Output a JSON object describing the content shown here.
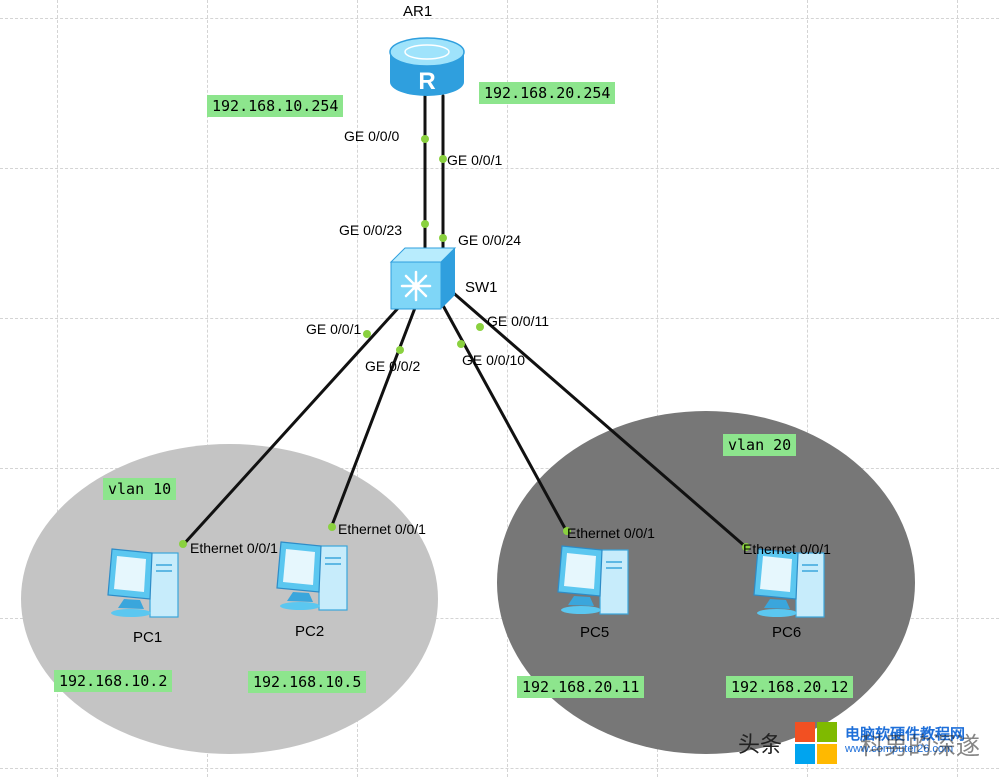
{
  "colors": {
    "grid": "#d4d4d4",
    "link": "#111111",
    "port_dot": "#8ad13f",
    "ip_bg": "#8de58d",
    "vlan10_zone": "#c4c4c4",
    "vlan20_zone": "#777777",
    "device_blue": "#5bc7f0"
  },
  "devices": {
    "router": {
      "name": "AR1",
      "icon": "router-icon"
    },
    "switch": {
      "name": "SW1",
      "icon": "switch-icon"
    },
    "pc1": {
      "name": "PC1",
      "icon": "pc-icon"
    },
    "pc2": {
      "name": "PC2",
      "icon": "pc-icon"
    },
    "pc5": {
      "name": "PC5",
      "icon": "pc-icon"
    },
    "pc6": {
      "name": "PC6",
      "icon": "pc-icon"
    }
  },
  "router_ips": {
    "left": "192.168.10.254",
    "right": "192.168.20.254"
  },
  "ports": {
    "ar1_ge000": "GE 0/0/0",
    "ar1_ge001": "GE 0/0/1",
    "sw1_ge0023": "GE 0/0/23",
    "sw1_ge0024": "GE 0/0/24",
    "sw1_ge001": "GE 0/0/1",
    "sw1_ge002": "GE 0/0/2",
    "sw1_ge0010": "GE 0/0/10",
    "sw1_ge0011": "GE 0/0/11",
    "pc1_eth": "Ethernet 0/0/1",
    "pc2_eth": "Ethernet 0/0/1",
    "pc5_eth": "Ethernet 0/0/1",
    "pc6_eth": "Ethernet 0/0/1"
  },
  "vlans": {
    "vlan10": "vlan 10",
    "vlan20": "vlan 20"
  },
  "pc_ips": {
    "pc1": "192.168.10.2",
    "pc2": "192.168.10.5",
    "pc5": "192.168.20.11",
    "pc6": "192.168.20.12"
  },
  "watermark": {
    "prefix": "头条",
    "site_name": "电脑软硬件教程网",
    "site_url": "www.computer26.com",
    "author": "科男的深遂"
  }
}
